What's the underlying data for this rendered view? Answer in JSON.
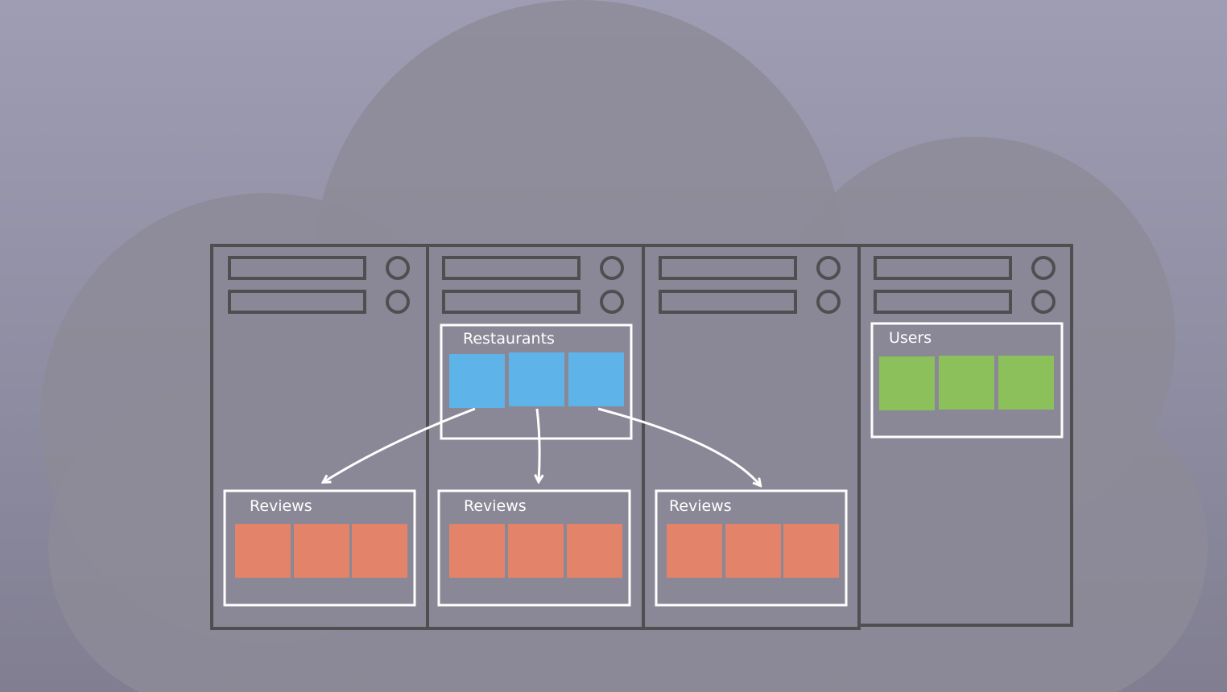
{
  "diagram": {
    "colors": {
      "restaurants": "#5eb3e8",
      "users": "#8bc05a",
      "reviews": "#e2836a",
      "server_outline": "#4f4f52",
      "table_outline": "#ffffff"
    },
    "servers": [
      {
        "tables": [
          {
            "label": "Reviews",
            "color": "reviews",
            "blocks": 3
          }
        ]
      },
      {
        "tables": [
          {
            "label": "Restaurants",
            "color": "restaurants",
            "blocks": 3
          },
          {
            "label": "Reviews",
            "color": "reviews",
            "blocks": 3
          }
        ]
      },
      {
        "tables": [
          {
            "label": "Reviews",
            "color": "reviews",
            "blocks": 3
          }
        ]
      },
      {
        "tables": [
          {
            "label": "Users",
            "color": "users",
            "blocks": 3
          }
        ]
      }
    ],
    "edges": [
      {
        "from": "Restaurants",
        "to": "Reviews (server 1)"
      },
      {
        "from": "Restaurants",
        "to": "Reviews (server 2)"
      },
      {
        "from": "Restaurants",
        "to": "Reviews (server 3)"
      }
    ]
  }
}
